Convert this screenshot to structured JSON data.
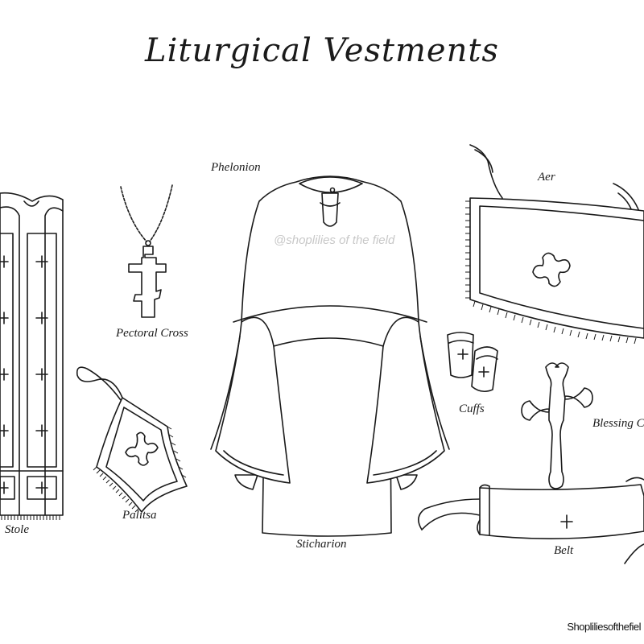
{
  "title": "Liturgical Vestments",
  "watermark": "@shoplilies of the field",
  "credit": "Shopliliesofthefiel",
  "labels": {
    "phelonion": "Phelonion",
    "pectoral_cross": "Pectoral Cross",
    "aer": "Aer",
    "cuffs": "Cuffs",
    "blessing_cross": "Blessing C",
    "stole": "Stole",
    "palitsa": "Palitsa",
    "sticharion": "Sticharion",
    "belt": "Belt"
  }
}
